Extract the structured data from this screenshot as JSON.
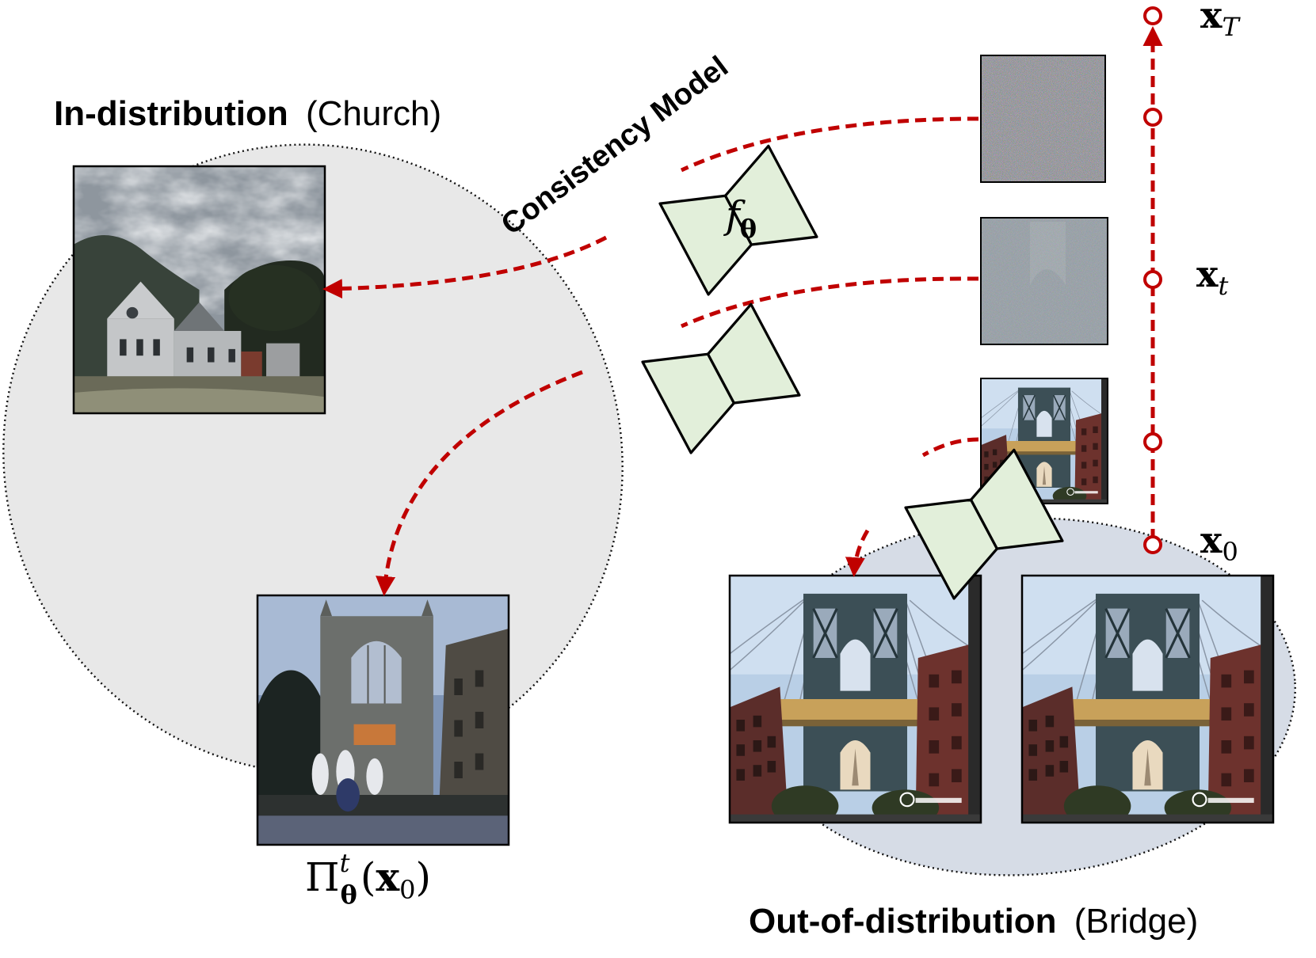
{
  "regions": {
    "in_distribution": {
      "title": "In-distribution",
      "subtitle": "(Church)"
    },
    "out_of_distribution": {
      "title": "Out-of-distribution",
      "subtitle": "(Bridge)"
    }
  },
  "model": {
    "label": "Consistency Model",
    "function_symbol": "f",
    "function_subscript": "θ"
  },
  "trajectory": {
    "x_T": {
      "base": "x",
      "sub": "T"
    },
    "x_t": {
      "base": "x",
      "sub": "t"
    },
    "x_0": {
      "base": "x",
      "sub": "0"
    }
  },
  "projection": {
    "symbol": "Π",
    "sub": "θ",
    "sup": "t",
    "arg_open": "(",
    "arg_base": "x",
    "arg_sub": "0",
    "arg_close": ")"
  },
  "colors": {
    "arrow": "#c00000",
    "network_fill": "#e2efda",
    "in_dist_fill": "#e8e8e8",
    "out_dist_fill": "#d6dce6"
  }
}
